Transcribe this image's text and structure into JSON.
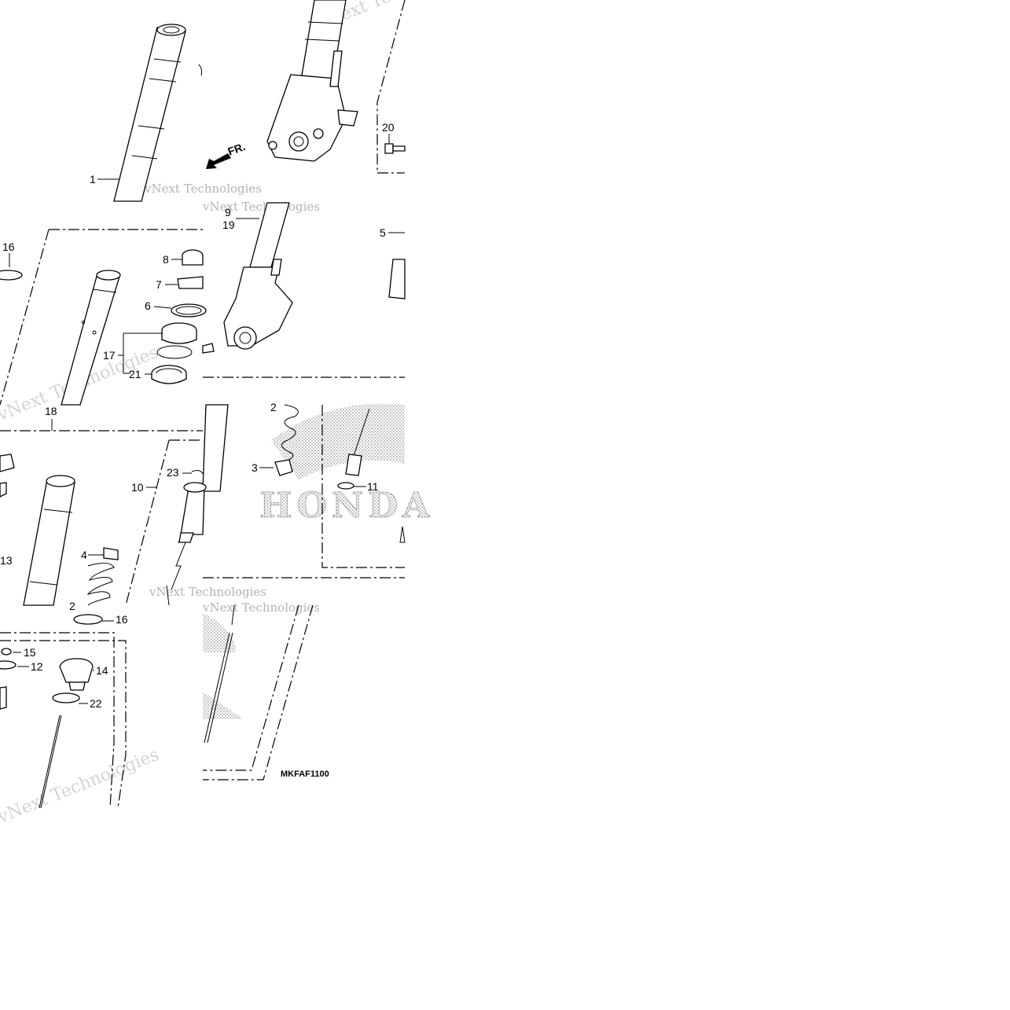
{
  "diagram": {
    "code": "MKFAF1100",
    "direction_label": "FR.",
    "watermark_text": "vNext Technologies",
    "logo_text": "HONDA",
    "callouts": [
      {
        "id": "c1",
        "label": "1"
      },
      {
        "id": "c2a",
        "label": "2"
      },
      {
        "id": "c2b",
        "label": "2"
      },
      {
        "id": "c3",
        "label": "3"
      },
      {
        "id": "c4",
        "label": "4"
      },
      {
        "id": "c5",
        "label": "5"
      },
      {
        "id": "c6",
        "label": "6"
      },
      {
        "id": "c7",
        "label": "7"
      },
      {
        "id": "c8",
        "label": "8"
      },
      {
        "id": "c9",
        "label": "9"
      },
      {
        "id": "c10",
        "label": "10"
      },
      {
        "id": "c11",
        "label": "11"
      },
      {
        "id": "c12",
        "label": "12"
      },
      {
        "id": "c13",
        "label": "13"
      },
      {
        "id": "c14",
        "label": "14"
      },
      {
        "id": "c15",
        "label": "15"
      },
      {
        "id": "c16a",
        "label": "16"
      },
      {
        "id": "c16b",
        "label": "16"
      },
      {
        "id": "c17",
        "label": "17"
      },
      {
        "id": "c18",
        "label": "18"
      },
      {
        "id": "c19",
        "label": "19"
      },
      {
        "id": "c20",
        "label": "20"
      },
      {
        "id": "c21",
        "label": "21"
      },
      {
        "id": "c22",
        "label": "22"
      },
      {
        "id": "c23",
        "label": "23"
      }
    ]
  }
}
